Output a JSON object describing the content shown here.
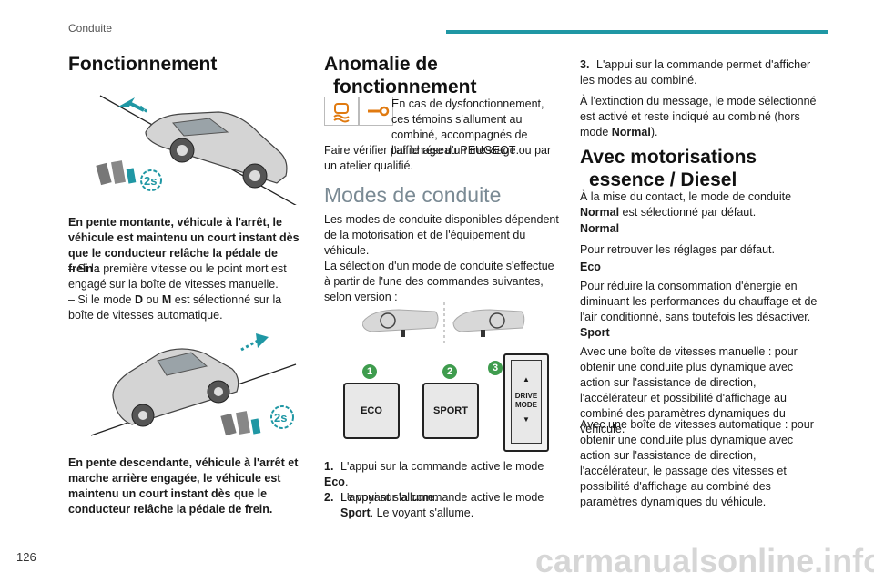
{
  "header": {
    "section": "Conduite"
  },
  "page_number": "126",
  "watermark": "carmanualsonline.info",
  "colors": {
    "accent": "#1f97a4",
    "badge_green": "#3f9c4e"
  },
  "col1": {
    "title": "Fonctionnement",
    "para1_bold": "En pente montante, véhicule à l'arrêt, le véhicule est maintenu un court instant dès que le conducteur relâche la pédale de frein :",
    "para1_line2": "–  Si la première vitesse ou le point mort est engagé sur la boîte de vitesses manuelle.",
    "para1_line3_a": "–  Si le mode ",
    "para1_line3_D": "D",
    "para1_line3_ou": " ou ",
    "para1_line3_M": "M",
    "para1_line3_b": " est sélectionné sur la boîte de vitesses automatique.",
    "para2_bold": "En pente descendante, véhicule à l'arrêt et marche arrière engagée, le véhicule est maintenu un court instant dès que le conducteur relâche la pédale de frein.",
    "badge": "2s"
  },
  "col2": {
    "title_line1": "Anomalie de",
    "title_line2": "fonctionnement",
    "anomaly_text": "En cas de dysfonctionnement, ces témoins s'allument au combiné, accompagnés de l'affichage d'un message.",
    "anomaly_text2": "Faire vérifier par le réseau PEUGEOT ou par un atelier qualifié.",
    "modes_title": "Modes de conduite",
    "modes_text1": "Les modes de conduite disponibles dépendent de la motorisation et de l'équipement du véhicule.",
    "modes_text2": "La sélection d'un mode de conduite s'effectue à partir de l'une des commandes suivantes, selon version :",
    "buttons": {
      "n1": "1",
      "n2": "2",
      "n3": "3",
      "eco": "ECO",
      "sport": "SPORT",
      "drive": "DRIVE",
      "mode": "MODE"
    },
    "item1_num": "1.",
    "item1_a": "L'appui sur la commande active le mode ",
    "item1_b": "Eco",
    "item1_c": ".",
    "item1_d": "Le voyant s'allume.",
    "item2_num": "2.",
    "item2_a": "L'appui sur la commande active le mode",
    "item2_b": "Sport",
    "item2_c": ". Le voyant s'allume."
  },
  "col3": {
    "item3_num": "3.",
    "item3_text": "L'appui sur la commande permet d'afficher les modes au combiné.",
    "ext_a": "À l'extinction du message, le mode sélectionné est activé et reste indiqué au combiné (hors mode ",
    "ext_b": "Normal",
    "ext_c": ").",
    "title_line1": "Avec motorisations",
    "title_line2": "essence / Diesel",
    "intro_a": "À la mise du contact, le mode de conduite ",
    "intro_b": "Normal",
    "intro_c": " est sélectionné par défaut.",
    "normal_title": "Normal",
    "normal_text": "Pour retrouver les réglages par défaut.",
    "eco_title": "Eco",
    "eco_text": "Pour réduire la consommation d'énergie en diminuant les performances du chauffage et de l'air conditionné, sans toutefois les désactiver.",
    "sport_title": "Sport",
    "sport_text1": "Avec une boîte de vitesses manuelle : pour obtenir une conduite plus dynamique avec action sur l'assistance de direction, l'accélérateur et possibilité d'affichage au combiné des paramètres dynamiques du véhicule.",
    "sport_text2": "Avec une boîte de vitesses automatique : pour obtenir une conduite plus dynamique avec action sur l'assistance de direction, l'accélérateur, le passage des vitesses et possibilité d'affichage au combiné des paramètres dynamiques du véhicule."
  }
}
